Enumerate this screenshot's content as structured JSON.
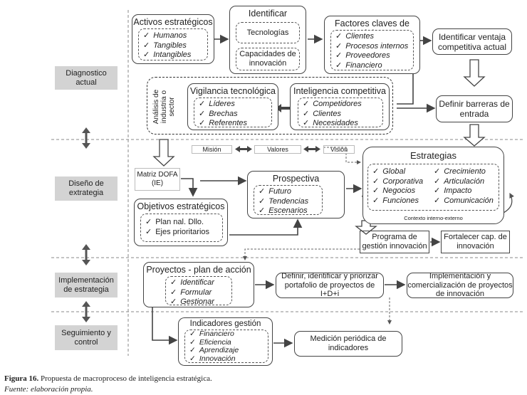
{
  "phases": {
    "diagnostico": "Diagnostico actual",
    "diseno": "Diseño de extrategia",
    "implementacion": "Implementación de estrategia",
    "seguimiento": "Seguimiento y control"
  },
  "activos": {
    "title": "Activos estratégicos",
    "items": [
      "Humanos",
      "Tangibles",
      "Intangibles"
    ]
  },
  "identificar": {
    "title": "Identificar",
    "tecnologias": "Tecnologías",
    "capacidades": "Capacidades de innovación"
  },
  "factores": {
    "title": "Factores claves de éxito",
    "items": [
      "Clientes",
      "Procesos internos",
      "Proveedores",
      "Financiero"
    ]
  },
  "ventaja": "Identificar ventaja competitiva actual",
  "analisis": "Análisis de industria o sector",
  "vigilancia": {
    "title": "Vigilancia tecnológica",
    "items": [
      "Líderes",
      "Brechas",
      "Referentes"
    ]
  },
  "inteligencia": {
    "title": "Inteligencia competitiva",
    "items": [
      "Competidores",
      "Clientes",
      "Necesidades"
    ]
  },
  "barreras": "Definir barreras de entrada",
  "mvv": {
    "mision": "Misión",
    "valores": "Valores",
    "vision": "Visión"
  },
  "estrategias": {
    "title": "Estrategias",
    "col1": [
      "Global",
      "Corporativa",
      "Negocios",
      "Funciones"
    ],
    "col2": [
      "Crecimiento",
      "Articulación",
      "Impacto",
      "Comunicación"
    ],
    "contexto": "Contexto interno-externo"
  },
  "matriz": "Matriz DOFA (IE)",
  "prospectiva": {
    "title": "Prospectiva",
    "items": [
      "Futuro",
      "Tendencias",
      "Escenarios"
    ]
  },
  "objetivos": {
    "title": "Objetivos estratégicos",
    "items": [
      "Plan nal. Dllo.",
      "Ejes prioritarios"
    ]
  },
  "programa": "Programa de gestión innovación",
  "fortalecer": "Fortalecer cap. de innovación",
  "proyectos": {
    "title": "Proyectos - plan de acción",
    "items": [
      "Identificar",
      "Formular",
      "Gestionar"
    ]
  },
  "definir_portafolio": "Definir, identificar y priorizar portafolio de proyectos de I+D+i",
  "implementacion_box": "Implementación y comercialización de proyectos de innovación",
  "indicadores": {
    "title": "Indicadores gestión",
    "items": [
      "Financiero",
      "Eficiencia",
      "Aprendizaje",
      "Innovación"
    ]
  },
  "medicion": "Medición periódica de indicadores",
  "caption": {
    "label": "Figura 16.",
    "text": "Propuesta de macroproceso de inteligencia estratégica.",
    "source": "Fuente: elaboración propia."
  }
}
